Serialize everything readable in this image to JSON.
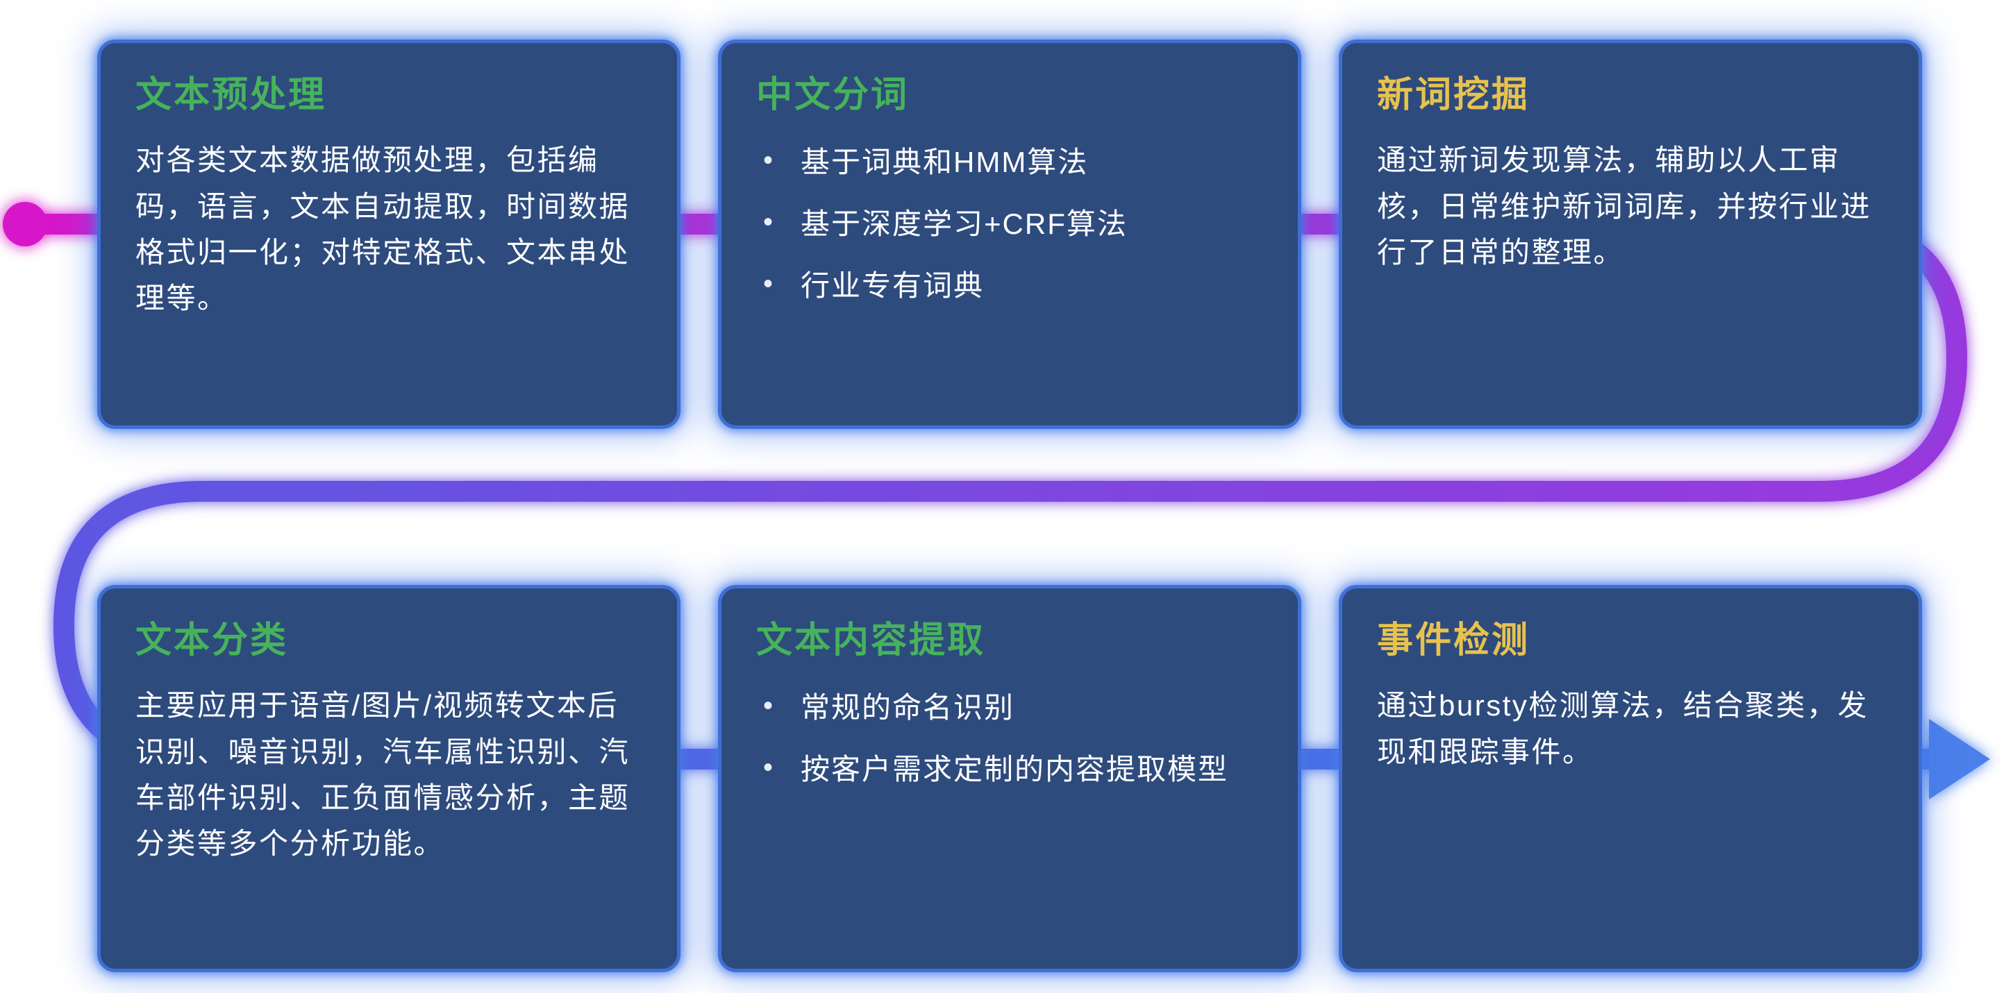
{
  "flow": {
    "colors": {
      "magenta": "#d813c9",
      "purple": "#9a38dd",
      "indigo": "#5d57e2",
      "blue": "#447ae9",
      "blue_arrow": "#4b80ea"
    }
  },
  "theme": {
    "card_background": "#2e4b7d",
    "card_glow_border": "#3f6fd4",
    "title_green": "#46b35c",
    "title_yellow": "#e7c24f",
    "body_text": "#ffffff"
  },
  "cards": [
    {
      "title": "文本预处理",
      "title_color": "#46b35c",
      "body": "对各类文本数据做预处理，包括编码，语言，文本自动提取，时间数据格式归一化；对特定格式、文本串处理等。"
    },
    {
      "title": "中文分词",
      "title_color": "#46b35c",
      "bullets": [
        "基于词典和HMM算法",
        "基于深度学习+CRF算法",
        "行业专有词典"
      ]
    },
    {
      "title": "新词挖掘",
      "title_color": "#e7c24f",
      "body": "通过新词发现算法，辅助以人工审核，日常维护新词词库，并按行业进行了日常的整理。"
    },
    {
      "title": "文本分类",
      "title_color": "#46b35c",
      "body": "主要应用于语音/图片/视频转文本后识别、噪音识别，汽车属性识别、汽车部件识别、正负面情感分析，主题分类等多个分析功能。"
    },
    {
      "title": "文本内容提取",
      "title_color": "#46b35c",
      "bullets": [
        "常规的命名识别",
        "按客户需求定制的内容提取模型"
      ]
    },
    {
      "title": "事件检测",
      "title_color": "#e7c24f",
      "body": "通过bursty检测算法，结合聚类，发现和跟踪事件。"
    }
  ]
}
